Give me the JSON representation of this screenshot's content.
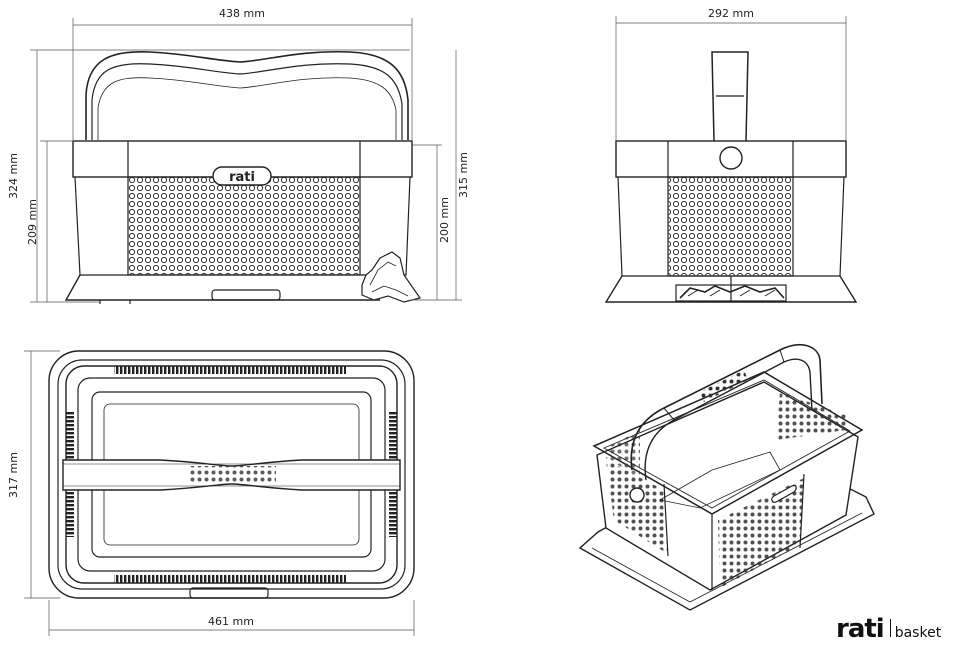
{
  "dimensions": {
    "front_width": "438 mm",
    "front_total_height": "324 mm",
    "front_body_height": "209 mm",
    "front_right_body_height": "200 mm",
    "front_right_total_height": "315 mm",
    "side_width": "292 mm",
    "top_depth": "317 mm",
    "top_width": "461 mm"
  },
  "badge_text": "rati",
  "brand": {
    "logo": "rati",
    "product": "basket"
  },
  "colors": {
    "line": "#222222",
    "dot": "#333333"
  }
}
